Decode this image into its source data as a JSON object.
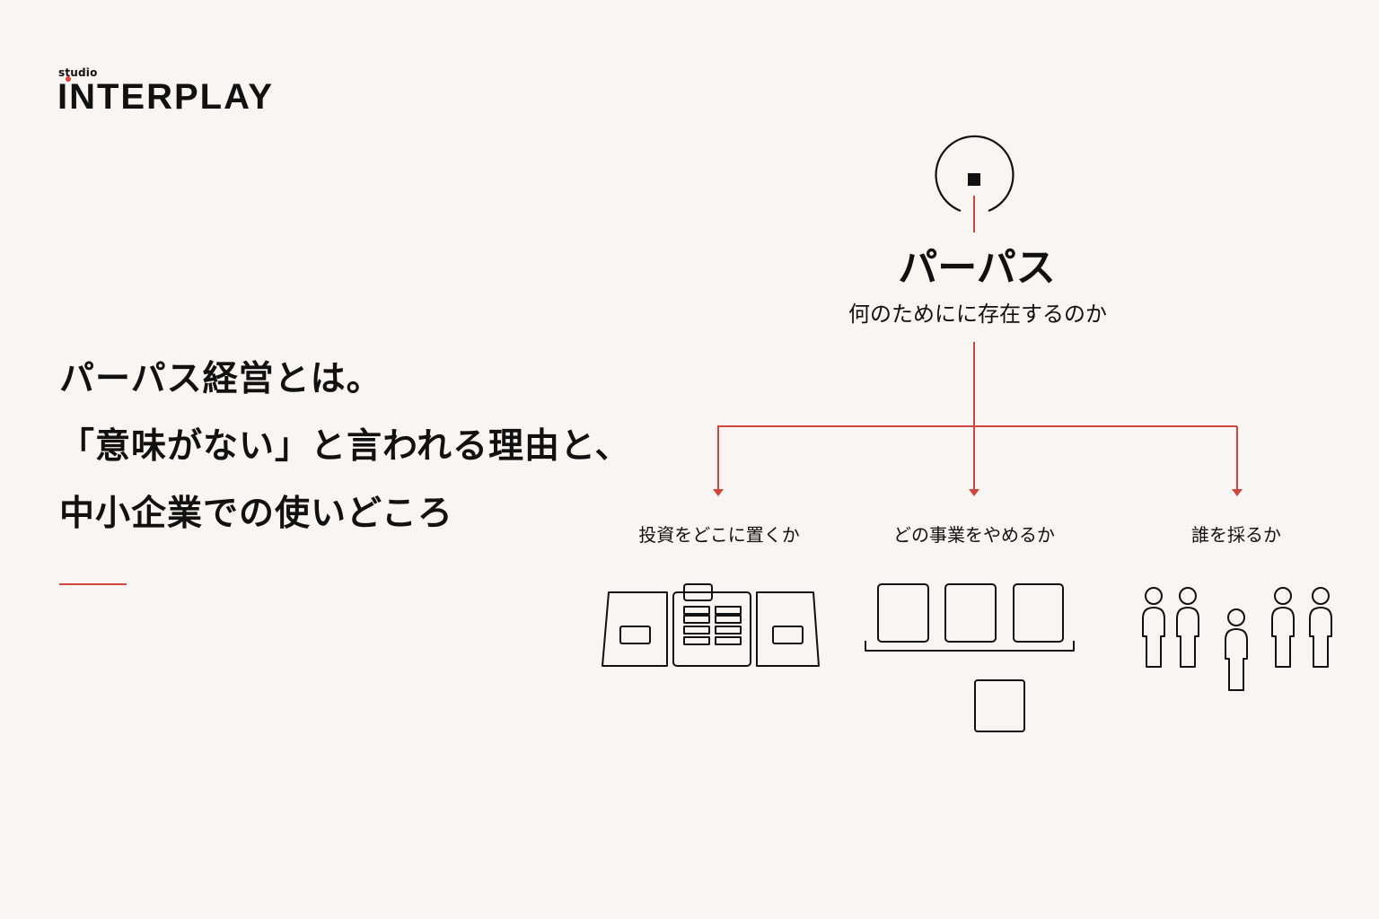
{
  "brand": {
    "small": "studio",
    "main": "INTERPLAY"
  },
  "headline": {
    "line1": "パーパス経営とは。",
    "line2": "「意味がない」と言われる理由と、",
    "line3": "中小企業での使いどころ"
  },
  "diagram": {
    "title": "パーパス",
    "subtitle": "何のためにに存在するのか",
    "branches": [
      {
        "label": "投資をどこに置くか",
        "icon": "documents-icon"
      },
      {
        "label": "どの事業をやめるか",
        "icon": "business-boxes-icon"
      },
      {
        "label": "誰を採るか",
        "icon": "people-icon"
      }
    ]
  },
  "colors": {
    "background": "#f8f5f2",
    "text": "#111111",
    "accent": "#d0463f"
  }
}
